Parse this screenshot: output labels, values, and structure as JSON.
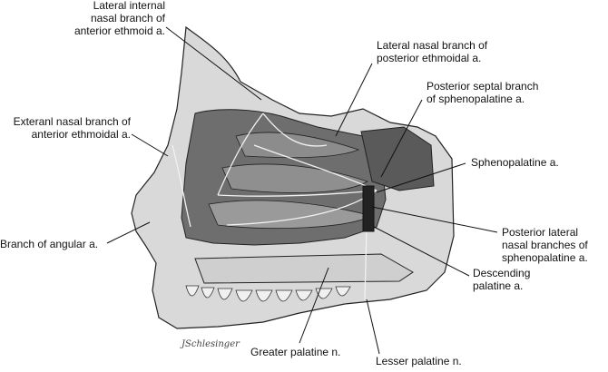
{
  "labels": {
    "lateral_internal": [
      "Lateral internal",
      "nasal branch of",
      "anterior ethmoid a."
    ],
    "lateral_posterior_ethmoidal": [
      "Lateral nasal branch of",
      "posterior ethmoidal a."
    ],
    "posterior_septal": [
      "Posterior septal branch",
      "of sphenopalatine a."
    ],
    "external_nasal": [
      "Exteranl nasal branch of",
      "anterior ethmoidal a."
    ],
    "sphenopalatine": [
      "Sphenopalatine a."
    ],
    "angular": [
      "Branch of angular a."
    ],
    "posterior_lateral": [
      "Posterior lateral",
      "nasal branches of",
      "sphenopalatine a."
    ],
    "descending_palatine": [
      "Descending",
      "palatine a."
    ],
    "greater_palatine": [
      "Greater palatine n."
    ],
    "lesser_palatine": [
      "Lesser palatine n."
    ]
  },
  "signature": "JSchlesinger",
  "colors": {
    "ink": "#111111",
    "bone": "#e6e6e6",
    "tissue": "#9a9a9a",
    "dark": "#3a3a3a"
  }
}
